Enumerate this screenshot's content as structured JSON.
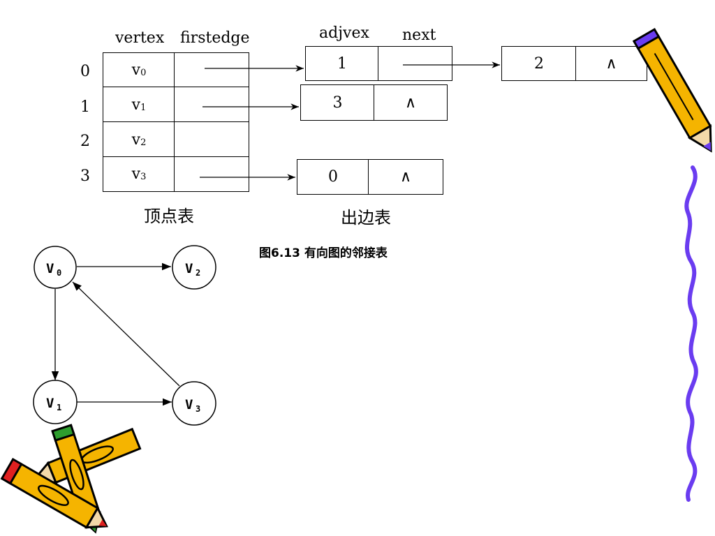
{
  "headers": {
    "vertex": "vertex",
    "firstedge": "firstedge",
    "adjvex": "adjvex",
    "next": "next"
  },
  "vertex_table": {
    "caption": "顶点表",
    "rows": [
      {
        "index": "0",
        "vertex": "v",
        "sub": "0"
      },
      {
        "index": "1",
        "vertex": "v",
        "sub": "1"
      },
      {
        "index": "2",
        "vertex": "v",
        "sub": "2"
      },
      {
        "index": "3",
        "vertex": "v",
        "sub": "3"
      }
    ]
  },
  "edge_table": {
    "caption": "出边表",
    "nodes": {
      "r0a": {
        "adjvex": "1",
        "next": ""
      },
      "r0b": {
        "adjvex": "2",
        "next": "∧"
      },
      "r1a": {
        "adjvex": "3",
        "next": "∧"
      },
      "r3a": {
        "adjvex": "0",
        "next": "∧"
      }
    }
  },
  "figure_caption": "图6.13  有向图的邻接表",
  "graph": {
    "nodes": [
      {
        "id": "v0",
        "label": "V",
        "sub": "0"
      },
      {
        "id": "v1",
        "label": "V",
        "sub": "1"
      },
      {
        "id": "v2",
        "label": "V",
        "sub": "2"
      },
      {
        "id": "v3",
        "label": "V",
        "sub": "3"
      }
    ]
  },
  "colors": {
    "pencil_yellow": "#f5b400",
    "pencil_red": "#e02020",
    "pencil_green": "#2e9e2e",
    "wave_purple": "#6a3cf0"
  }
}
